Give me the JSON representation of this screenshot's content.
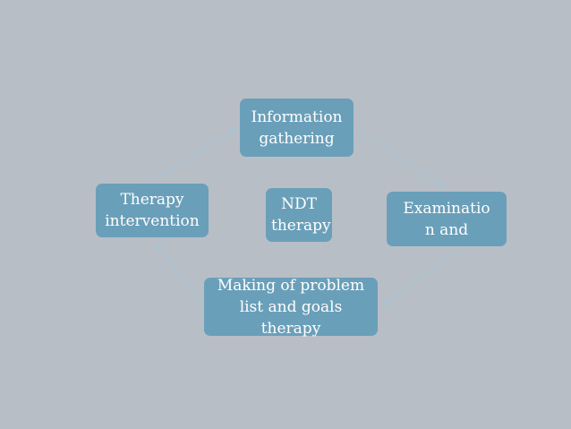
{
  "slide": {
    "nodes": {
      "information_gathering": "Information gathering",
      "examination": "Examinatio n and",
      "problem_list": "Making of problem list and goals therapy",
      "therapy_intervention": "Therapy intervention",
      "center": "NDT therapy"
    }
  },
  "colors": {
    "background": "#b8bec6",
    "node_fill": "#6a9fb9",
    "node_text": "#ffffff",
    "arrow": "#a9c3d3"
  }
}
